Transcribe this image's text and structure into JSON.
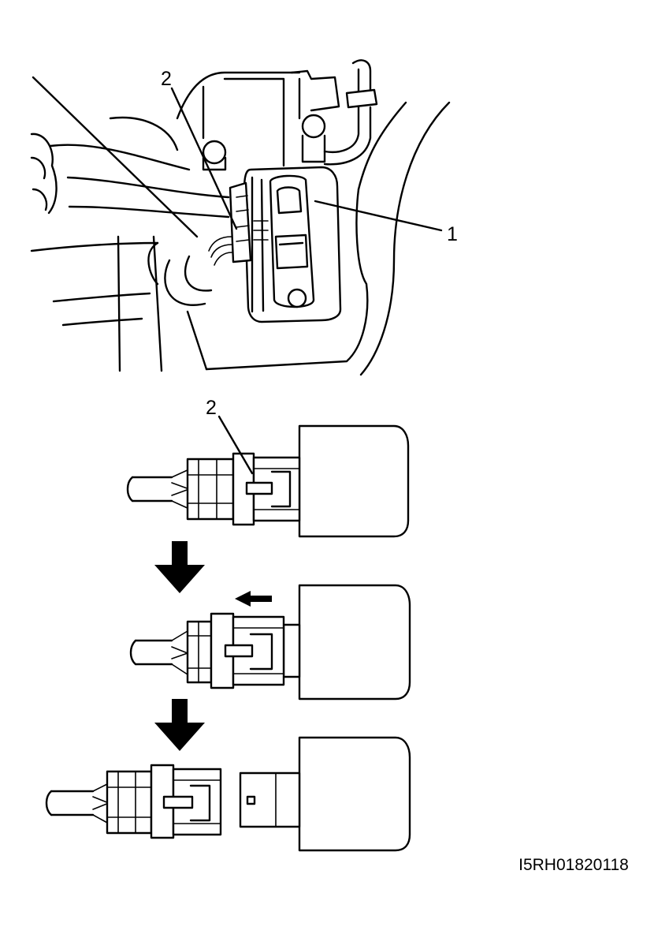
{
  "labels": {
    "sensor": "1",
    "connector_top": "2",
    "connector_step1": "2"
  },
  "figure_code": "I5RH01820118",
  "icons": [
    "arrow-down-icon",
    "arrow-left-icon"
  ]
}
